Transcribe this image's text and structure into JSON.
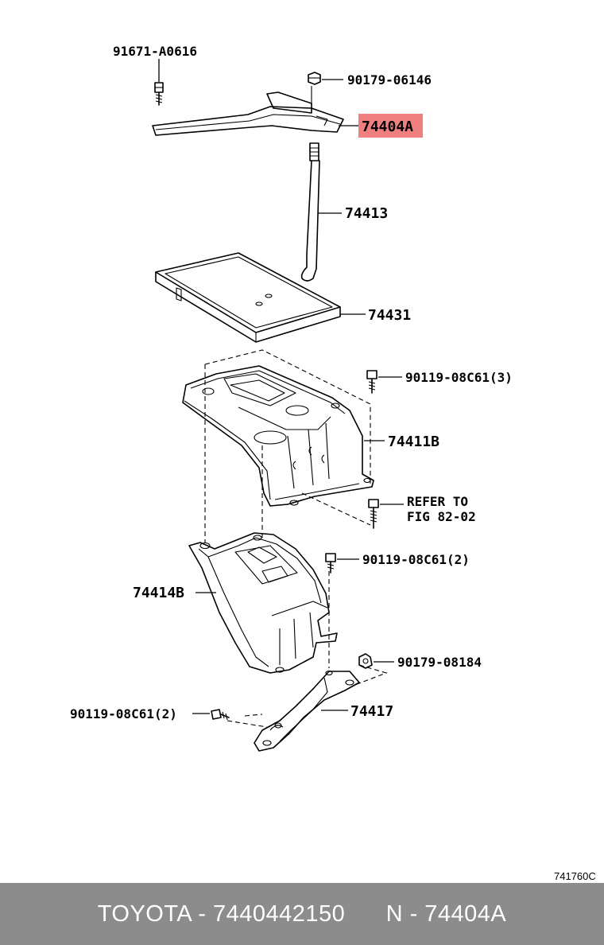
{
  "labels": {
    "p91671": "91671-A0616",
    "p90179_06146": "90179-06146",
    "p74404A": "74404A",
    "p74413": "74413",
    "p74431": "74431",
    "p90119_3": "90119-08C61(3)",
    "p74411B": "74411B",
    "refer1": "REFER TO",
    "refer2": "FIG 82-02",
    "p90119_2a": "90119-08C61(2)",
    "p74414B": "74414B",
    "p90179_08184": "90179-08184",
    "p90119_2b": "90119-08C61(2)",
    "p74417": "74417"
  },
  "diagram_code": "741760C",
  "footer": {
    "brand": "TOYOTA",
    "part_number": "7440442150",
    "ref": "N - 74404A",
    "text": "TOYOTA - 7440442150      N - 74404A"
  },
  "colors": {
    "highlight": "#f08080",
    "footer_bg": "#8c8c8c",
    "footer_text": "#ffffff"
  }
}
